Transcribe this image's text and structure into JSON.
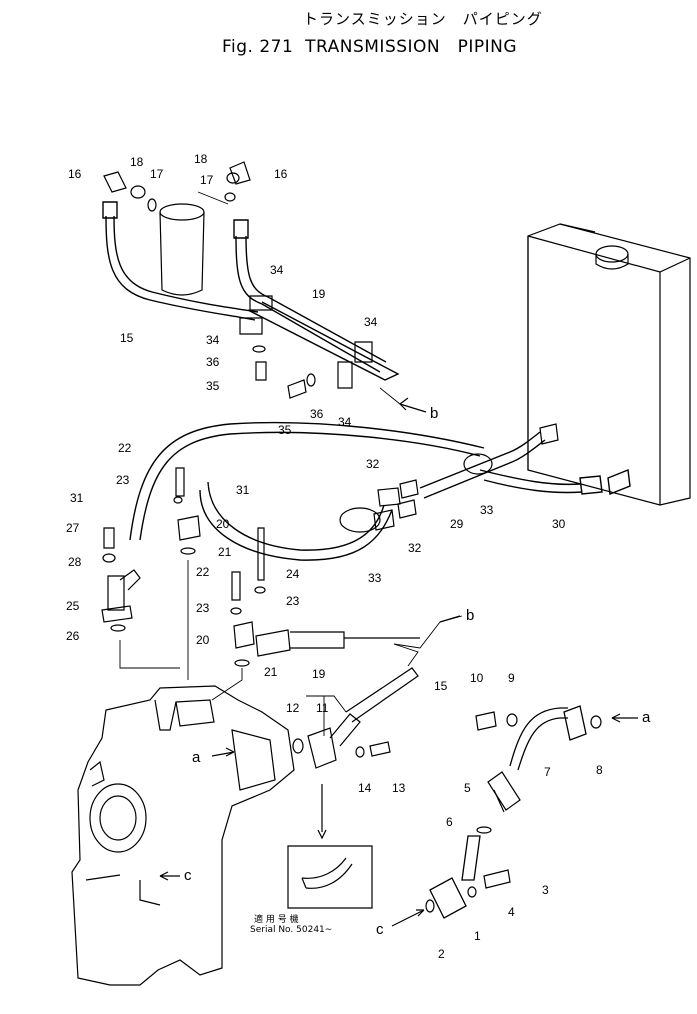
{
  "title": {
    "japanese": "トランスミッション　パイピング",
    "figure": "Fig. 271",
    "english": "TRANSMISSION　PIPING"
  },
  "inset_note": {
    "japanese": "適 用 号 機",
    "serial_label": "Serial No.",
    "serial_value": "50241∼"
  },
  "callouts": {
    "a": "a",
    "b": "b",
    "c": "c",
    "n1": "1",
    "n2": "2",
    "n3": "3",
    "n4": "4",
    "n5": "5",
    "n6": "6",
    "n7": "7",
    "n8": "8",
    "n9": "9",
    "n10": "10",
    "n11": "11",
    "n12": "12",
    "n13": "13",
    "n14": "14",
    "n15": "15",
    "n16": "16",
    "n17": "17",
    "n18": "18",
    "n19": "19",
    "n20": "20",
    "n21": "21",
    "n22": "22",
    "n23": "23",
    "n24": "24",
    "n25": "25",
    "n26": "26",
    "n27": "27",
    "n28": "28",
    "n29": "29",
    "n30": "30",
    "n31": "31",
    "n32": "32",
    "n33": "33",
    "n34": "34",
    "n35": "35",
    "n36": "36"
  }
}
